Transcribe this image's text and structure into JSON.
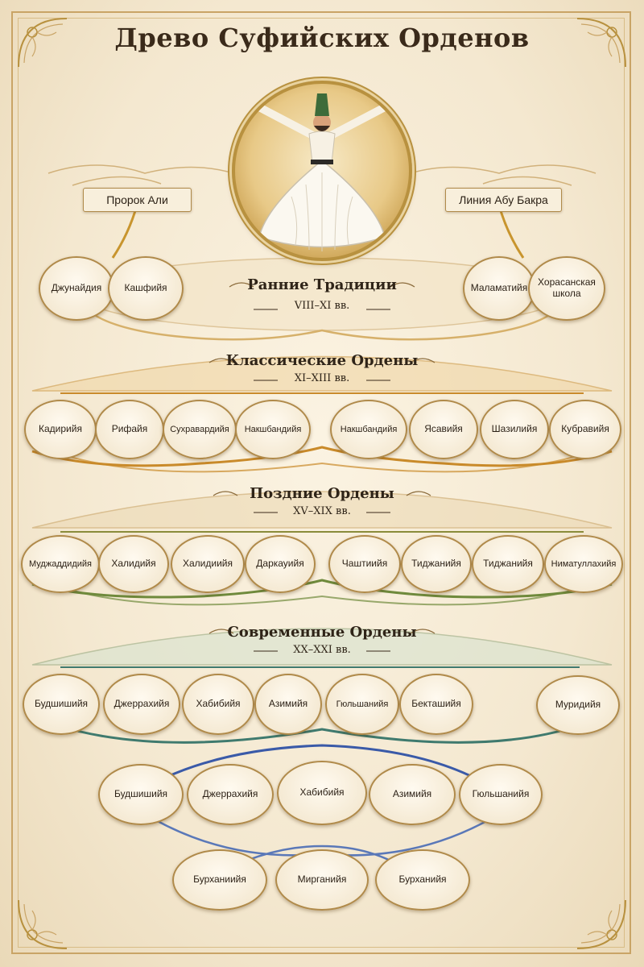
{
  "title": "Древо Суфийских Орденов",
  "roots": {
    "left": "Пророк Али",
    "right": "Линия Абу Бакра"
  },
  "colors": {
    "gold": "#c8952e",
    "orange": "#c98a2a",
    "green": "#7a8a3a",
    "teal": "#3f7a6e",
    "blue": "#3a5aa8",
    "hat": "#3d6b3a"
  },
  "figure": "whirling-dervish",
  "eras": [
    {
      "title": "Ранние Традиции",
      "period": "VIII–XI вв."
    },
    {
      "title": "Классические Ордены",
      "period": "XI–XIII вв."
    },
    {
      "title": "Поздние Ордены",
      "period": "XV–XIX вв."
    },
    {
      "title": "Современные Ордены",
      "period": "XX–XXI вв."
    }
  ],
  "early_left": [
    "Джунайдия",
    "Кашфийя"
  ],
  "early_right": [
    "Маламатийя",
    "Хорасанская школа"
  ],
  "classical": [
    "Кадирийя",
    "Рифайя",
    "Сухравардийя",
    "Накшбандийя",
    "Накшбандийя",
    "Ясавийя",
    "Шазилийя",
    "Кубравийя"
  ],
  "late": [
    "Муджаддидийя",
    "Халидийя",
    "Халидиийя",
    "Даркауийя",
    "Чаштиийя",
    "Тиджанийя",
    "Тиджанийя",
    "Ниматуллахийя"
  ],
  "modern": [
    "Будшишийя",
    "Джеррахийя",
    "Хабибийя",
    "Азимийя",
    "Гюльшанийя",
    "Бекташийя",
    "Муридийя"
  ],
  "modern_sub": [
    "Будшишийя",
    "Джеррахийя",
    "Хабибийя",
    "Азимийя",
    "Гюльшанийя"
  ],
  "modern_leaf": [
    "Бурханиийя",
    "Мирганийя",
    "Бурханийя"
  ]
}
